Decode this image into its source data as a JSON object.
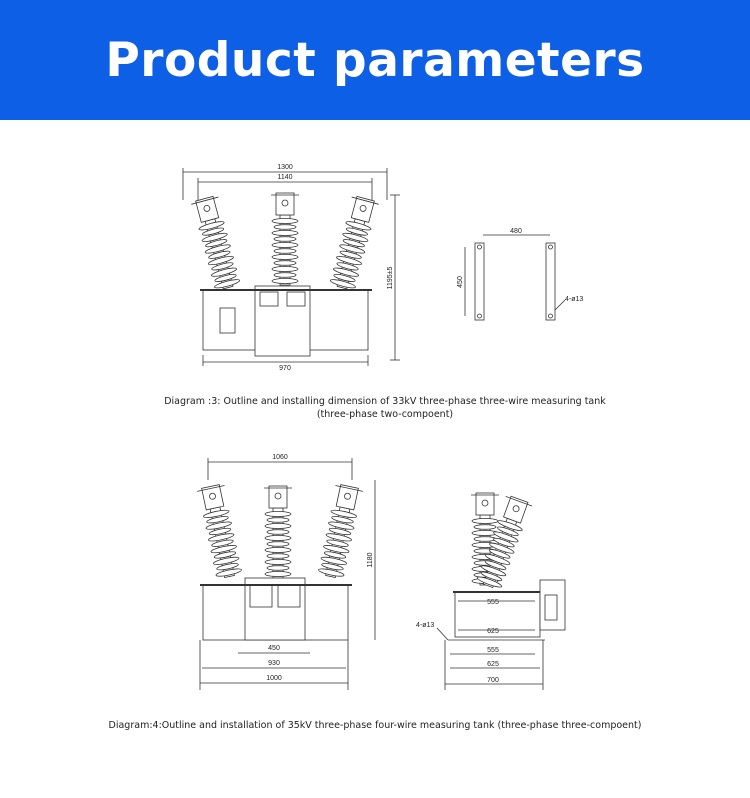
{
  "header": {
    "title": "Product parameters",
    "background": "#0d5fe6"
  },
  "diagram3": {
    "caption_line1": "Diagram :3: Outline and installing dimension of 33kV three-phase three-wire measuring tank",
    "caption_line2": "(three-phase two-compoent)",
    "dims": {
      "overall_width": "1300",
      "inner_width": "1140",
      "base_width": "970",
      "height": "1195±5",
      "bracket_spacing": "480",
      "bracket_height": "450",
      "holes": "4-ø13"
    }
  },
  "diagram4": {
    "caption": "Diagram:4:Outline and installation of 35kV three-phase four-wire measuring tank (three-phase three-compoent)",
    "dims": {
      "top_width": "1060",
      "height": "1180",
      "door_width": "450",
      "mount_width": "930",
      "base_width": "1000",
      "holes": "4-ø13",
      "side_555_top": "555",
      "side_625_top": "625",
      "side_555": "555",
      "side_625": "625",
      "side_700": "700"
    }
  }
}
